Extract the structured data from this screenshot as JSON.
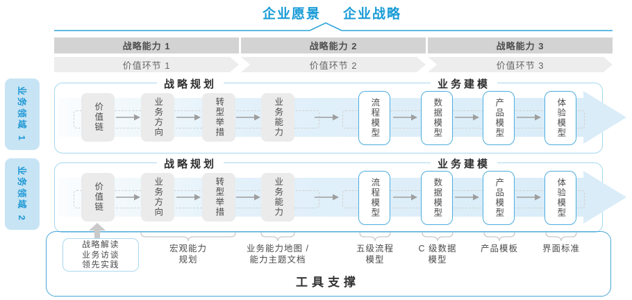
{
  "header": {
    "vision": "企业愿景",
    "strategy": "企业战略"
  },
  "capability_bars": [
    "战略能力 1",
    "战略能力 2",
    "战略能力 3"
  ],
  "value_links": [
    "价值环节 1",
    "价值环节 2",
    "价值环节 3"
  ],
  "domain_labels": [
    "业务领域 1",
    "业务领域 2"
  ],
  "section_headers": {
    "planning": "战略规划",
    "modeling": "业务建模"
  },
  "planning_boxes": [
    "价值链",
    "业务方向",
    "转型举措",
    "业务能力"
  ],
  "modeling_boxes": [
    "流程模型",
    "数据模型",
    "产品模型",
    "体验模型"
  ],
  "note_box": {
    "lines": [
      "战略解读",
      "业务访谈",
      "领先实践"
    ]
  },
  "annotations": [
    {
      "lines": [
        "宏观能力",
        "规划"
      ]
    },
    {
      "lines": [
        "业务能力地图 /",
        "能力主题文档"
      ]
    },
    {
      "lines": [
        "五级流程",
        "模型"
      ]
    },
    {
      "lines": [
        "C 级数据",
        "模型"
      ]
    },
    {
      "lines": [
        "产品模板",
        ""
      ]
    },
    {
      "lines": [
        "界面标准",
        ""
      ]
    }
  ],
  "footer": {
    "label": "工具支撑"
  },
  "colors": {
    "accent_blue": "#1b9cd7",
    "light_blue_fill": "#d9ecf8",
    "domain_border": "#a5d7ee",
    "container_border": "#45a6d8",
    "bar_gray": "#d3d3d3",
    "chevron_gray": "#ededed",
    "box_gray": "#ebebeb",
    "text_dark": "#4a4a4a"
  }
}
